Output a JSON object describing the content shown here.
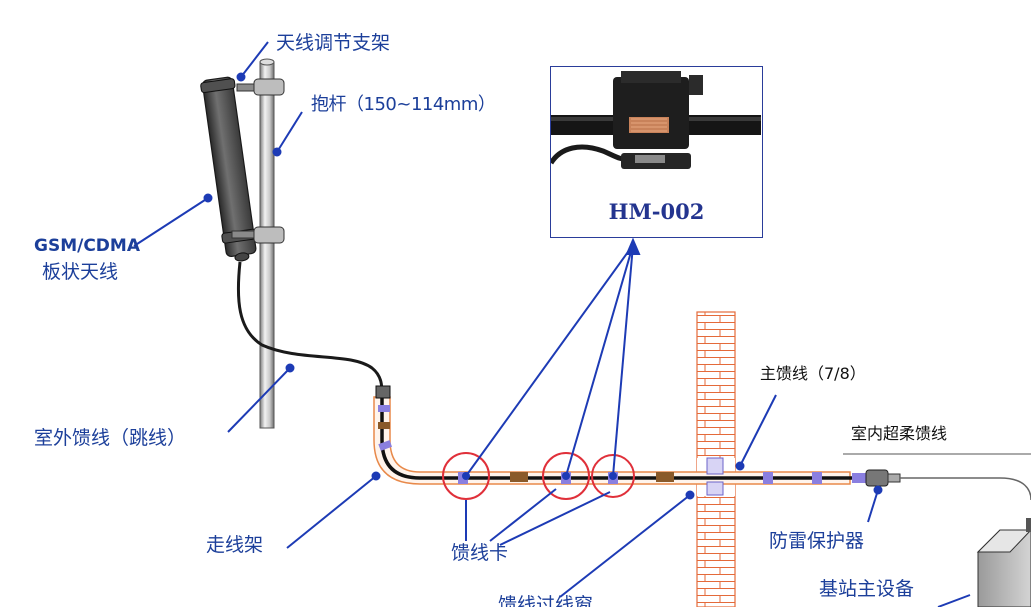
{
  "labels": {
    "bracket": "天线调节支架",
    "pole": "抱杆（150~114mm）",
    "antenna_line1": "GSM/CDMA",
    "antenna_line2": "板状天线",
    "outdoor_feeder": "室外馈线（跳线）",
    "cable_tray": "走线架",
    "feeder_clamp": "馈线卡",
    "feeder_window": "馈线过线窗",
    "main_feeder": "主馈线（7/8）",
    "indoor_feeder": "室内超柔馈线",
    "lightning_protector": "防雷保护器",
    "base_station": "基站主设备"
  },
  "inset": {
    "caption": "HM-002"
  },
  "colors": {
    "label_blue": "#1c3f9a",
    "leader_blue": "#1d3bb5",
    "circle_red": "#e0303a",
    "tray_orange": "#e8894a",
    "brick_red": "#e46a3a",
    "clamp_purple": "#8a7fe0",
    "clamp_brown": "#8a5a2a"
  }
}
